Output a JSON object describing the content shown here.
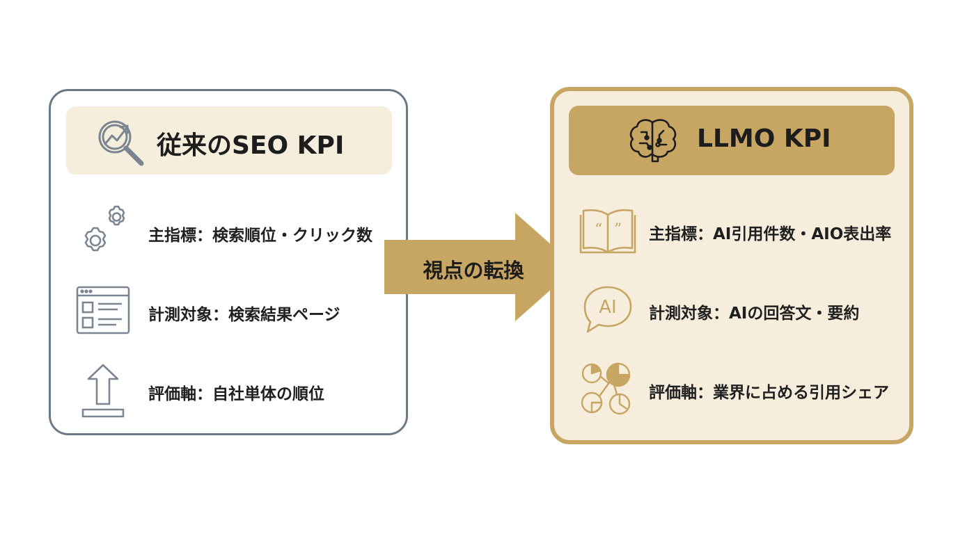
{
  "left_panel": {
    "title": "従来のSEO KPI",
    "header_icon": "magnifier-growth-icon",
    "rows": [
      {
        "icon": "gears-icon",
        "text": "主指標：検索順位・クリック数"
      },
      {
        "icon": "browser-window-icon",
        "text": "計測対象：検索結果ページ"
      },
      {
        "icon": "upload-arrow-icon",
        "text": "評価軸：自社単体の順位"
      }
    ]
  },
  "arrow": {
    "label": "視点の転換",
    "color": "#c6a662"
  },
  "right_panel": {
    "title": "LLMO KPI",
    "header_icon": "brain-circuit-icon",
    "rows": [
      {
        "icon": "open-book-quote-icon",
        "text": "主指標：AI引用件数・AIO表出率"
      },
      {
        "icon": "ai-speech-bubble-icon",
        "text": "計測対象：AIの回答文・要約",
        "icon_text": "AI"
      },
      {
        "icon": "pie-charts-icon",
        "text": "評価軸：業界に占める引用シェア"
      }
    ]
  },
  "colors": {
    "gold": "#c6a662",
    "slate": "#6b7886",
    "cream": "#f6eddc"
  }
}
